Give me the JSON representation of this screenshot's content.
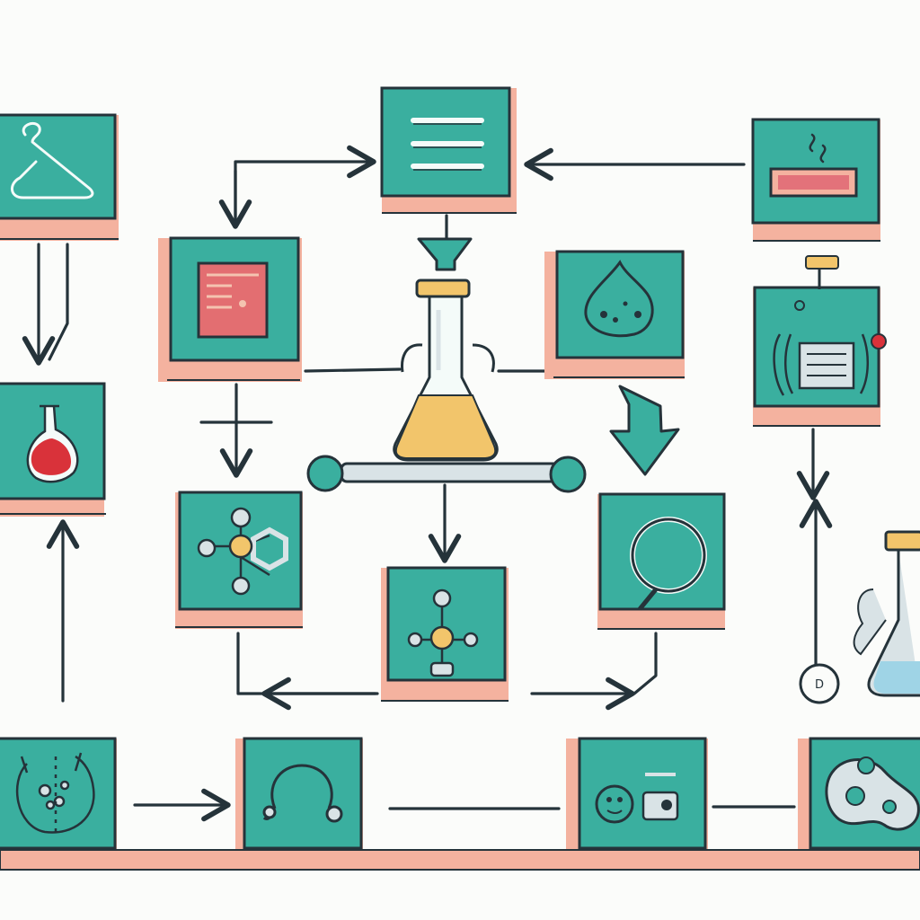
{
  "palette": {
    "teal": "#3aaf9f",
    "salmon": "#f4b29f",
    "ink": "#25333a",
    "flask_fill": "#f2c56b",
    "red": "#d9323a",
    "background": "#fbfcfa",
    "grey_tube": "#d9e3e6"
  },
  "diagram": {
    "cards": [
      {
        "id": "hanger",
        "icon": "hanger-icon"
      },
      {
        "id": "notes",
        "icon": "list-lines-icon"
      },
      {
        "id": "heater",
        "icon": "hot-plate-icon"
      },
      {
        "id": "panel",
        "icon": "control-panel-icon"
      },
      {
        "id": "droplet",
        "icon": "droplet-icon"
      },
      {
        "id": "flask",
        "icon": "red-flask-icon"
      },
      {
        "id": "machine",
        "icon": "lab-machine-icon"
      },
      {
        "id": "molecule-a",
        "icon": "molecule-icon"
      },
      {
        "id": "molecule-b",
        "icon": "molecule-icon"
      },
      {
        "id": "magnifier",
        "icon": "magnifier-icon"
      },
      {
        "id": "petri",
        "icon": "petri-dish-icon"
      },
      {
        "id": "stethoscope",
        "icon": "stethoscope-icon"
      },
      {
        "id": "scale",
        "icon": "scale-icon"
      },
      {
        "id": "cells",
        "icon": "cells-icon"
      }
    ],
    "center": {
      "icon": "erlenmeyer-flask-icon"
    },
    "small_node_label": "D"
  }
}
